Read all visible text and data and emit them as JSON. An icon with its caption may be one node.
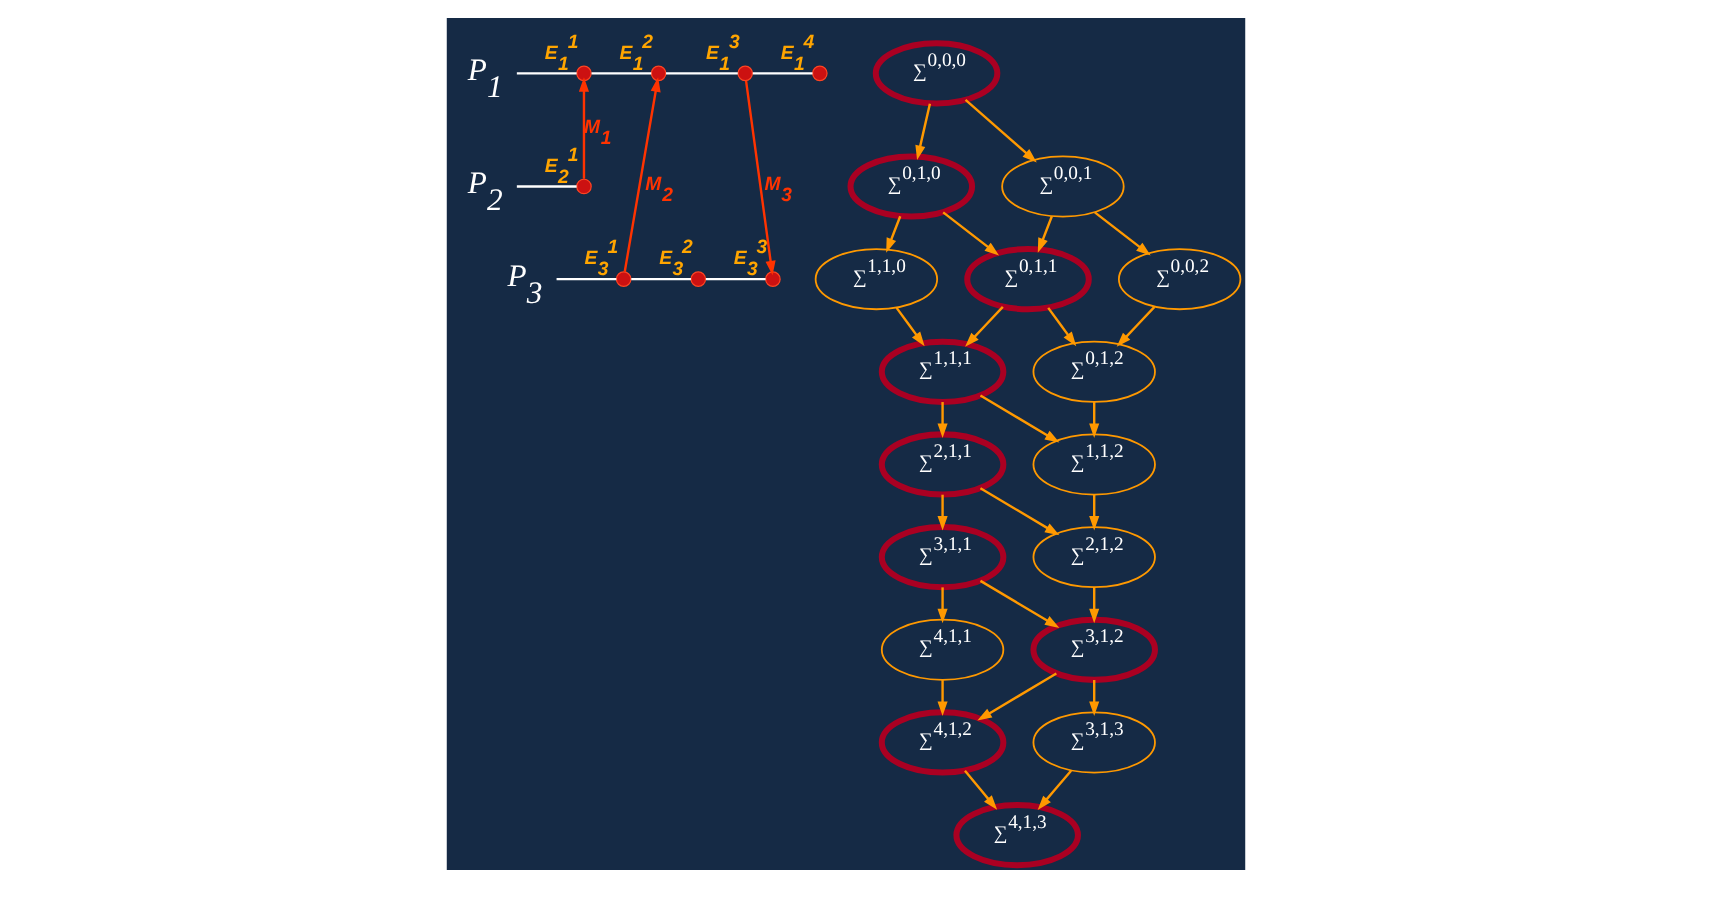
{
  "diagram": {
    "nodes": [
      {
        "text": [
          "P$_{1}$"
        ]
      },
      {
        "text": [],
        "shape": "circle",
        "beside": [
          "E$_{1}$$^{1}$"
        ]
      },
      {
        "text": [],
        "shape": "circle",
        "beside": [
          "E$_{1}$$^{2}$"
        ]
      },
      {
        "text": [],
        "shape": "circle",
        "beside": [
          "E$_{1}$$^{3}$"
        ]
      },
      {
        "text": [],
        "shape": "circle",
        "beside": [
          "E$_{1}$$^{4}$"
        ]
      },
      {
        "text": [
          "P$_{2}$"
        ]
      },
      {
        "text": [],
        "shape": "circle",
        "beside": [
          "E$_{2}$$^{1}$"
        ]
      },
      {
        "text": [
          "P$_{3}$"
        ]
      },
      {
        "text": [],
        "shape": "circle",
        "beside": [
          "E$_{3}$$^{1}$"
        ]
      },
      {
        "text": [],
        "shape": "circle",
        "beside": [
          "E$_{3}$$^{2}$"
        ]
      },
      {
        "text": [],
        "shape": "circle",
        "beside": [
          "E$_{3}$$^{3}$"
        ]
      },
      {
        "text": [
          "∑$^{0,0,0}$"
        ]
      },
      {
        "text": [
          "∑$^{0,1,0}$"
        ]
      },
      {
        "text": [
          "∑$^{1,1,0}$"
        ]
      },
      {
        "text": [
          "∑$^{0,0,1}$"
        ]
      },
      {
        "text": [
          "∑$^{0,1,1}$"
        ]
      },
      {
        "text": [
          "∑$^{1,1,1}$"
        ]
      },
      {
        "text": [
          "∑$^{0,0,2}$"
        ]
      },
      {
        "text": [
          "∑$^{2,1,1}$"
        ]
      },
      {
        "text": [
          "∑$^{0,1,2}$"
        ]
      },
      {
        "text": [
          "∑$^{3,1,1}$"
        ]
      },
      {
        "text": [
          "∑$^{1,1,2}$"
        ]
      },
      {
        "text": [
          "∑$^{4,1,1}$"
        ]
      },
      {
        "text": [
          "∑$^{2,1,2}$"
        ]
      },
      {
        "text": [
          "∑$^{3,1,2}$"
        ]
      },
      {
        "text": [
          "∑$^{4,1,2}$"
        ]
      },
      {
        "text": [
          "∑$^{3,1,3}$"
        ]
      },
      {
        "text": [
          "∑$^{4,1,3}$"
        ]
      }
    ],
    "edges": [
      {
        "from": 0,
        "to": 1,
        "arrow": "none",
        "color": "#ffffff"
      },
      {
        "from": 1,
        "to": 2,
        "arrow": "none",
        "color": "#ffffff"
      },
      {
        "from": 2,
        "to": 3,
        "arrow": "none",
        "color": "#ffffff"
      },
      {
        "from": 3,
        "to": 4,
        "arrow": "none",
        "color": "#ffffff"
      },
      {
        "from": 5,
        "to": 6,
        "arrow": "none",
        "color": "#ffffff"
      },
      {
        "from": 7,
        "to": 8,
        "arrow": "none",
        "color": "#ffffff"
      },
      {
        "from": 8,
        "to": 9,
        "arrow": "none",
        "color": "#ffffff"
      },
      {
        "from": 9,
        "to": 10,
        "arrow": "none",
        "color": "#ffffff"
      },
      {
        "from": 6,
        "to": 1,
        "arrow": "to",
        "label": "M$_{1}$",
        "color": "#ff3300"
      },
      {
        "from": 8,
        "to": 2,
        "arrow": "to",
        "label": "M$_{2}$",
        "color": "#ff3300"
      },
      {
        "from": 3,
        "to": 10,
        "arrow": "to",
        "label": "M$_{3}$",
        "color": "#ff3300"
      },
      {
        "from": 11,
        "to": 12,
        "arrow": "to"
      },
      {
        "from": 11,
        "to": 14,
        "arrow": "to"
      },
      {
        "from": 12,
        "to": 13,
        "arrow": "to"
      },
      {
        "from": 12,
        "to": 15,
        "arrow": "to"
      },
      {
        "from": 14,
        "to": 15,
        "arrow": "to"
      },
      {
        "from": 14,
        "to": 17,
        "arrow": "to"
      },
      {
        "from": 13,
        "to": 16,
        "arrow": "to"
      },
      {
        "from": 15,
        "to": 16,
        "arrow": "to"
      },
      {
        "from": 15,
        "to": 19,
        "arrow": "to"
      },
      {
        "from": 17,
        "to": 19,
        "arrow": "to"
      },
      {
        "from": 16,
        "to": 18,
        "arrow": "to"
      },
      {
        "from": 16,
        "to": 21,
        "arrow": "to"
      },
      {
        "from": 19,
        "to": 21,
        "arrow": "to"
      },
      {
        "from": 18,
        "to": 20,
        "arrow": "to"
      },
      {
        "from": 18,
        "to": 23,
        "arrow": "to"
      },
      {
        "from": 21,
        "to": 23,
        "arrow": "to"
      },
      {
        "from": 20,
        "to": 22,
        "arrow": "to"
      },
      {
        "from": 20,
        "to": 24,
        "arrow": "to"
      },
      {
        "from": 23,
        "to": 24,
        "arrow": "to"
      },
      {
        "from": 22,
        "to": 25,
        "arrow": "to"
      },
      {
        "from": 24,
        "to": 25,
        "arrow": "to"
      },
      {
        "from": 24,
        "to": 26,
        "arrow": "to"
      },
      {
        "from": 25,
        "to": 27,
        "arrow": "to"
      },
      {
        "from": 26,
        "to": 27,
        "arrow": "to"
      }
    ]
  }
}
